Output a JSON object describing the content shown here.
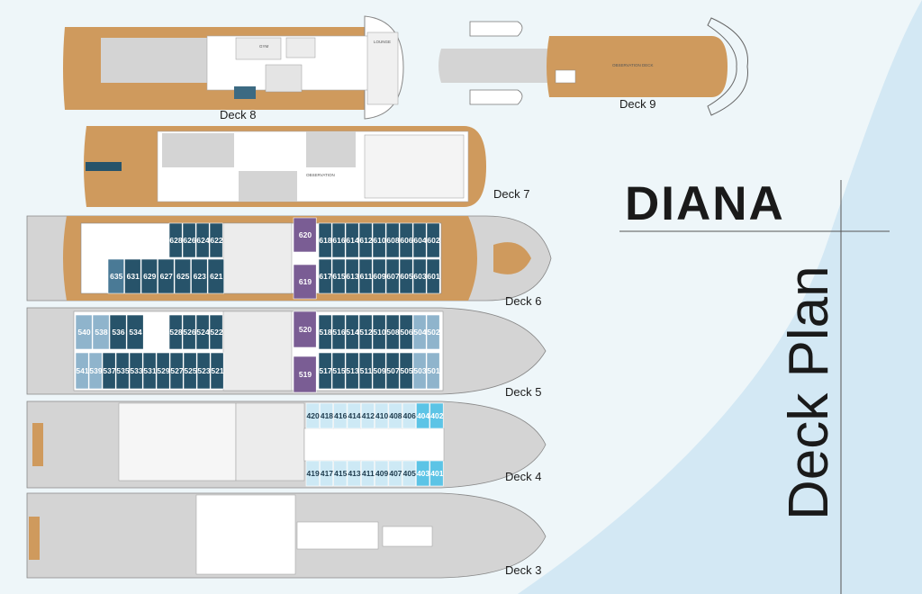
{
  "title": "DIANA",
  "subtitle": "Deck Plan",
  "colors": {
    "background": "#eef6f9",
    "sea_wave": "#d3e8f4",
    "hull_grey": "#d4d4d4",
    "outdoor_deck": "#cf9a5d",
    "cabin_dark": "#27536a",
    "cabin_mid": "#4a7a96",
    "cabin_light": "#8fb4cc",
    "cabin_cyan": "#5cc4e6",
    "cabin_pale": "#cde9f5",
    "suite_purple": "#7a5d94"
  },
  "decks": {
    "deck9": {
      "label": "Deck 9"
    },
    "deck8": {
      "label": "Deck 8"
    },
    "deck7": {
      "label": "Deck 7"
    },
    "deck6": {
      "label": "Deck 6",
      "top_cabins_aft": [
        "628",
        "626",
        "624",
        "622"
      ],
      "top_suite": "620",
      "top_cabins_fwd": [
        "618",
        "616",
        "614",
        "612",
        "610",
        "608",
        "606",
        "604",
        "602"
      ],
      "bottom_cabins_aft": [
        "635",
        "631",
        "629",
        "627",
        "625",
        "623",
        "621"
      ],
      "bottom_suite": "619",
      "bottom_cabins_fwd": [
        "617",
        "615",
        "613",
        "611",
        "609",
        "607",
        "605",
        "603",
        "601"
      ]
    },
    "deck5": {
      "label": "Deck 5",
      "top_cabins_aft": [
        "540",
        "538",
        "536",
        "534"
      ],
      "top_cabins_mid": [
        "528",
        "526",
        "524",
        "522"
      ],
      "top_suite": "520",
      "top_cabins_fwd": [
        "518",
        "516",
        "514",
        "512",
        "510",
        "508",
        "506",
        "504",
        "502"
      ],
      "bottom_cabins_aft": [
        "541",
        "539",
        "537",
        "535",
        "533",
        "531",
        "529",
        "527",
        "525",
        "523",
        "521"
      ],
      "bottom_suite": "519",
      "bottom_cabins_fwd": [
        "517",
        "515",
        "513",
        "511",
        "509",
        "507",
        "505",
        "503",
        "501"
      ]
    },
    "deck4": {
      "label": "Deck 4",
      "top_cabins": [
        "420",
        "418",
        "416",
        "414",
        "412",
        "410",
        "408",
        "406",
        "404",
        "402"
      ],
      "bottom_cabins": [
        "419",
        "417",
        "415",
        "413",
        "411",
        "409",
        "407",
        "405",
        "403",
        "401"
      ]
    },
    "deck3": {
      "label": "Deck 3"
    }
  }
}
